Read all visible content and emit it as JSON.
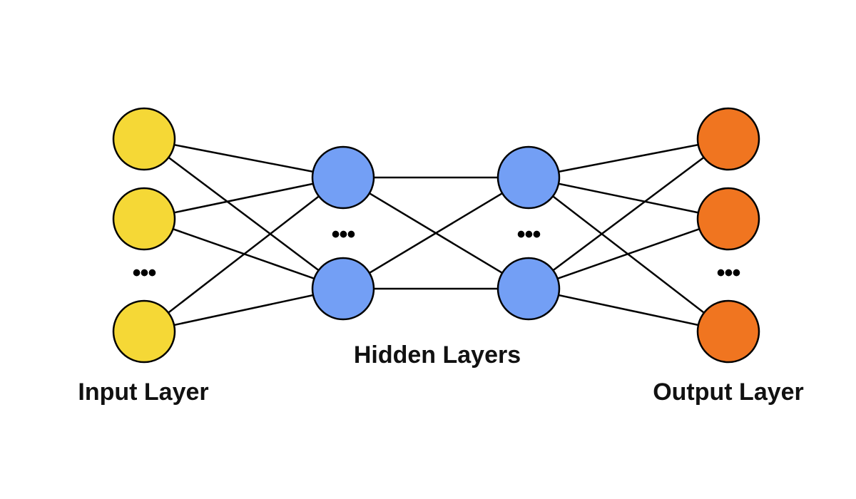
{
  "diagram": {
    "labels": {
      "input": "Input Layer",
      "hidden": "Hidden Layers",
      "output": "Output Layer"
    },
    "ellipsis": "•••",
    "colors": {
      "input_node": "#F5D836",
      "hidden_node": "#739FF5",
      "output_node": "#F07520",
      "edge": "#000000",
      "node_outline": "#000000",
      "background": "#FFFFFF"
    }
  }
}
